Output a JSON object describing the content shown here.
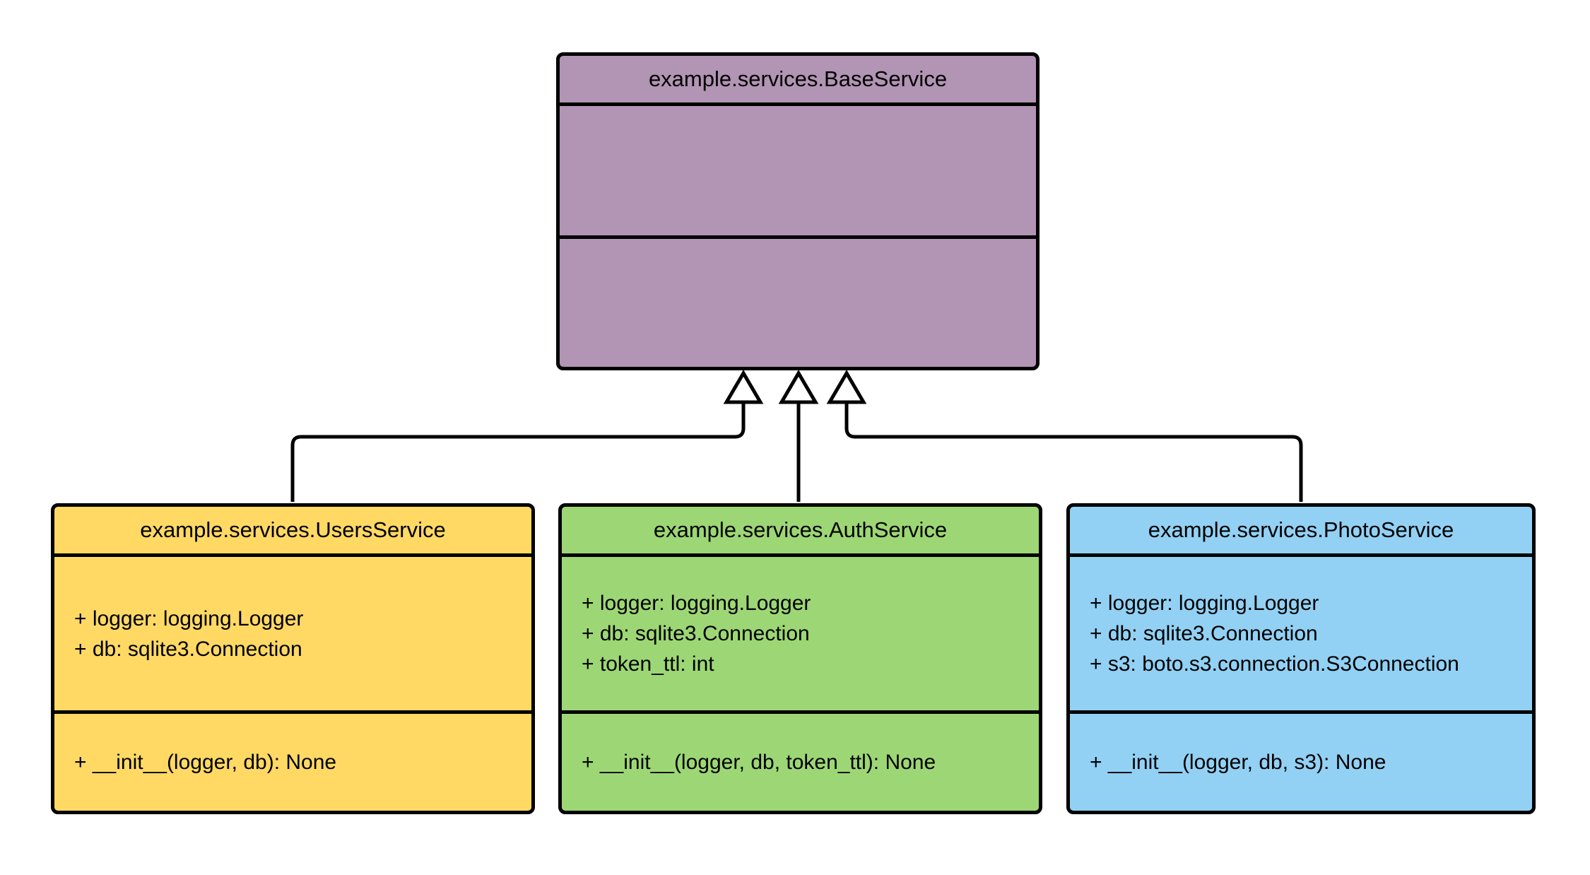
{
  "diagram": {
    "kind": "uml-class-inheritance-diagram",
    "background_color": "#ffffff",
    "line_color": "#000000",
    "text_color": "#000000",
    "classes": [
      {
        "id": "base",
        "name": "example.services.BaseService",
        "fill": "#B294B4",
        "attributes": [],
        "methods": []
      },
      {
        "id": "users",
        "name": "example.services.UsersService",
        "fill": "#FFD964",
        "attributes": [
          "+ logger: logging.Logger",
          "+ db: sqlite3.Connection"
        ],
        "methods": [
          "+ __init__(logger, db): None"
        ]
      },
      {
        "id": "auth",
        "name": "example.services.AuthService",
        "fill": "#9DD775",
        "attributes": [
          "+ logger: logging.Logger",
          "+ db: sqlite3.Connection",
          "+ token_ttl: int"
        ],
        "methods": [
          "+ __init__(logger, db, token_ttl): None"
        ]
      },
      {
        "id": "photo",
        "name": "example.services.PhotoService",
        "fill": "#92D1F4",
        "attributes": [
          "+ logger: logging.Logger",
          "+ db: sqlite3.Connection",
          "+ s3: boto.s3.connection.S3Connection"
        ],
        "methods": [
          "+ __init__(logger, db, s3): None"
        ]
      }
    ],
    "relationships": [
      {
        "from": "example.services.UsersService",
        "to": "example.services.BaseService",
        "type": "inheritance",
        "arrow": "hollow-triangle"
      },
      {
        "from": "example.services.AuthService",
        "to": "example.services.BaseService",
        "type": "inheritance",
        "arrow": "hollow-triangle"
      },
      {
        "from": "example.services.PhotoService",
        "to": "example.services.BaseService",
        "type": "inheritance",
        "arrow": "hollow-triangle"
      }
    ]
  }
}
